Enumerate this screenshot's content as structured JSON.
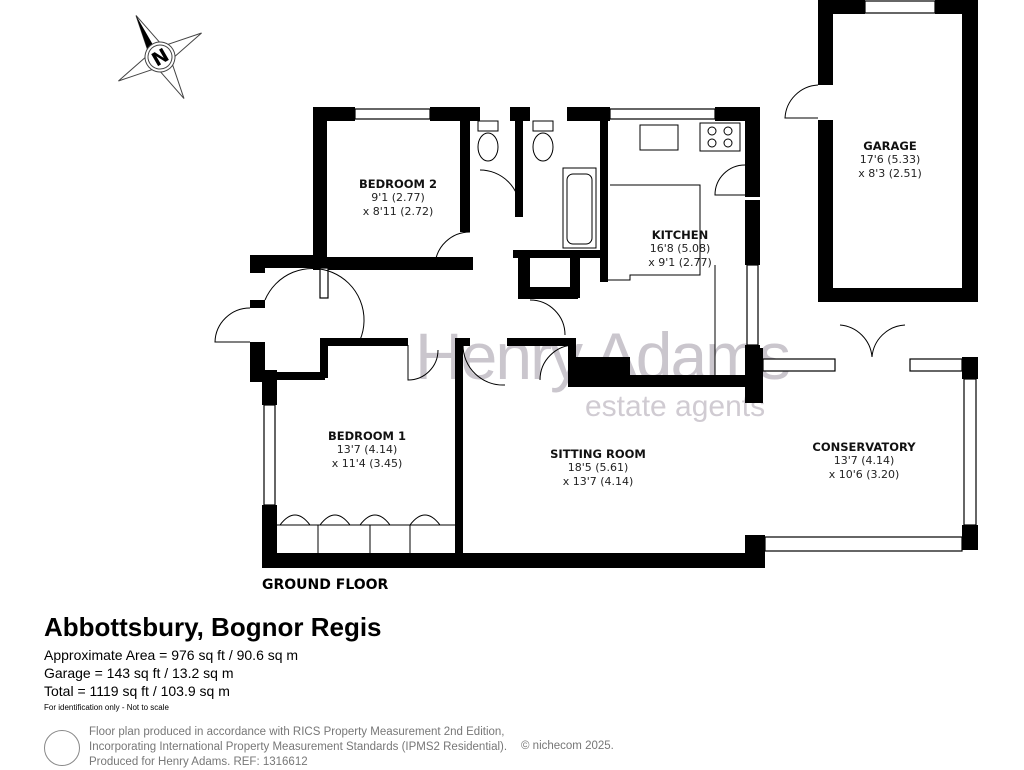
{
  "watermark": {
    "brand": "Henry Adams",
    "tagline": "estate agents"
  },
  "compass": {
    "label": "N"
  },
  "rooms": [
    {
      "name": "BEDROOM 2",
      "dim1": "9'1 (2.77)",
      "dim2": "x 8'11 (2.72)"
    },
    {
      "name": "KITCHEN",
      "dim1": "16'8 (5.08)",
      "dim2": "x 9'1 (2.77)"
    },
    {
      "name": "GARAGE",
      "dim1": "17'6 (5.33)",
      "dim2": "x 8'3 (2.51)"
    },
    {
      "name": "BEDROOM 1",
      "dim1": "13'7 (4.14)",
      "dim2": "x 11'4 (3.45)"
    },
    {
      "name": "SITTING ROOM",
      "dim1": "18'5 (5.61)",
      "dim2": "x 13'7 (4.14)"
    },
    {
      "name": "CONSERVATORY",
      "dim1": "13'7 (4.14)",
      "dim2": "x 10'6 (3.20)"
    }
  ],
  "floor_label": "GROUND FLOOR",
  "title": "Abbottsbury, Bognor Regis",
  "areas": [
    "Approximate Area = 976 sq ft / 90.6 sq m",
    "Garage = 143 sq ft / 13.2 sq m",
    "Total = 1119 sq ft / 103.9 sq m"
  ],
  "disclaimer": "For identification only - Not to scale",
  "footer": [
    "Floor plan produced in accordance with RICS Property Measurement 2nd Edition,",
    "Incorporating International Property Measurement Standards (IPMS2 Residential).",
    "Produced for Henry Adams.   REF: 1316612"
  ],
  "copyright": "© nichecom 2025."
}
